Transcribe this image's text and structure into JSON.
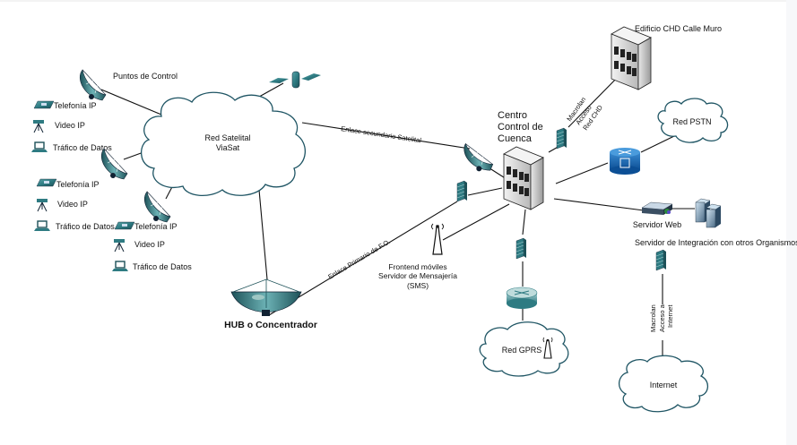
{
  "diagram": {
    "title": "",
    "colors": {
      "device_teal": "#2e7b82",
      "device_teal_dark": "#1d5158",
      "cloud_stroke": "#1f5564",
      "voice_router_blue": "#1565b0",
      "link": "#111111"
    },
    "nodes": {
      "puntos_control": {
        "label": "Puntos de Control",
        "icon": "satellite-dish-icon"
      },
      "red_satelital": {
        "label_line1": "Red Satelital",
        "label_line2": "ViaSat",
        "icon": "cloud-icon"
      },
      "satellite": {
        "icon": "satellite-icon"
      },
      "site1": {
        "telefonia": "Telefonía IP",
        "video": "Video IP",
        "datos": "Tráfico de Datos"
      },
      "site2": {
        "telefonia": "Telefonía IP",
        "video": "Video IP",
        "datos": "Tráfico de Datos"
      },
      "site3": {
        "telefonia": "Telefonía IP",
        "video": "Video IP",
        "datos": "Tráfico de Datos"
      },
      "hub": {
        "label": "HUB o Concentrador",
        "icon": "satellite-dish-icon"
      },
      "centro_control": {
        "label_line1": "Centro",
        "label_line2": "Control de",
        "label_line3": "Cuenca",
        "icon": "building-icon"
      },
      "edificio_chd": {
        "label": "Edificio CHD Calle Muro",
        "icon": "building-icon"
      },
      "red_pstn": {
        "label": "Red PSTN",
        "icon": "cloud-icon"
      },
      "voice_router": {
        "icon": "voice-router-icon"
      },
      "servidor_web": {
        "label": "Servidor Web",
        "icon": "server-icon"
      },
      "servidor_integracion": {
        "label": "Servidor de Integración con otros Organismos",
        "icon": "server-cluster-icon"
      },
      "internet": {
        "label": "Internet",
        "icon": "cloud-icon"
      },
      "frontend_moviles": {
        "label_line1": "Frontend móviles",
        "label_line2": "Servidor de Mensajería",
        "label_line3": "(SMS)",
        "icon": "antenna-icon"
      },
      "red_gprs": {
        "label": "Red GPRS",
        "icon": "cloud-icon"
      },
      "router_gprs": {
        "icon": "router-icon"
      }
    },
    "links": {
      "enlace_secundario": "Enlace secundario Satelital",
      "enlace_primario": "Enlace Primario de F.O.",
      "macrolan_chd_1": "Macrolan",
      "macrolan_chd_2": "Acceso",
      "macrolan_chd_3": "Red CHD",
      "macrolan_inet_1": "Macrolan",
      "macrolan_inet_2": "Acceso a",
      "macrolan_inet_3": "Internet"
    }
  }
}
